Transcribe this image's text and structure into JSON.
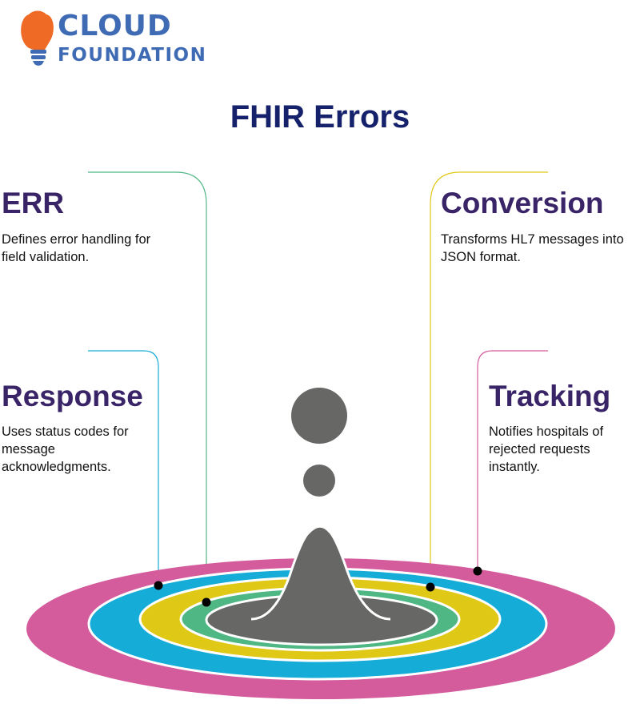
{
  "logo": {
    "line1": "CLOUD",
    "line2": "FOUNDATION"
  },
  "title": "FHIR Errors",
  "items": [
    {
      "heading": "ERR",
      "text": "Defines error handling for field validation.",
      "color": "#4fb784"
    },
    {
      "heading": "Conversion",
      "text": "Transforms HL7 messages into JSON format.",
      "color": "#e0c816"
    },
    {
      "heading": "Response",
      "text": "Uses status codes for message acknowledgments.",
      "color": "#15acd8"
    },
    {
      "heading": "Tracking",
      "text": "Notifies hospitals of rejected requests instantly.",
      "color": "#d45b9c"
    }
  ]
}
